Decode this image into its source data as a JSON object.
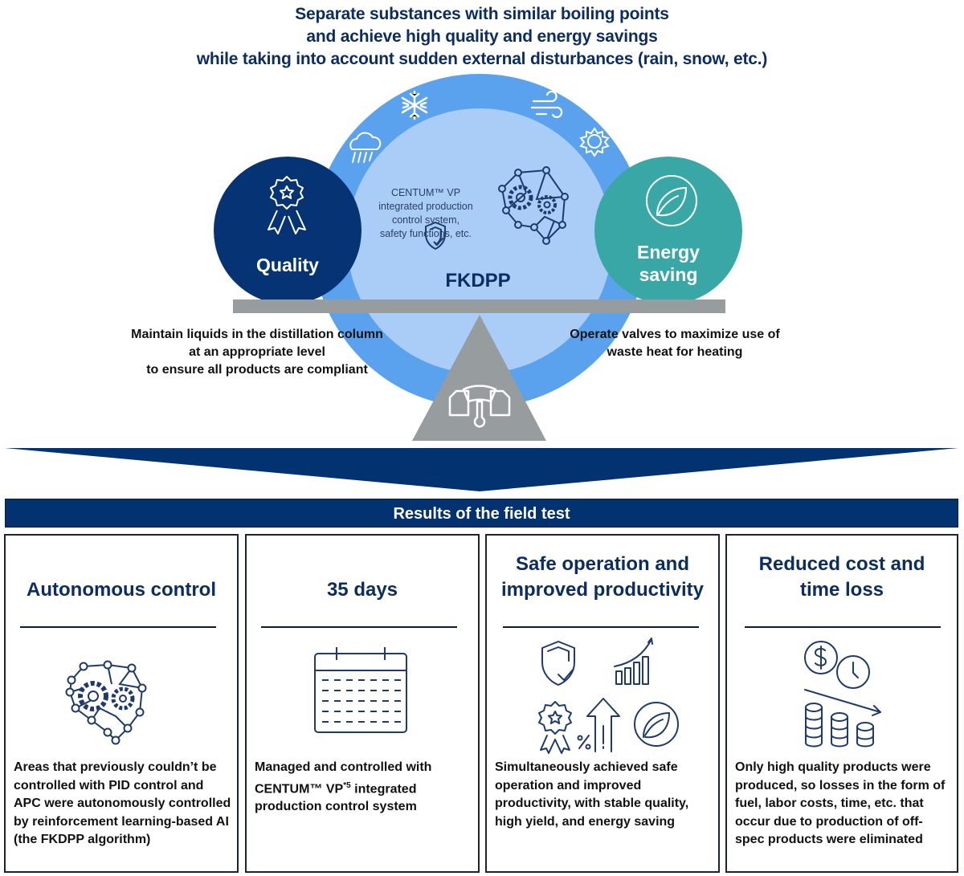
{
  "headline": {
    "lines": [
      "Separate substances with similar boiling points",
      "and achieve high quality and energy savings",
      "while taking into account sudden external disturbances (rain, snow, etc.)"
    ]
  },
  "diagram": {
    "disturbance_icons": [
      "rain-cloud-icon",
      "snowflake-icon",
      "wind-icon",
      "sun-icon"
    ],
    "center": {
      "system_text": [
        "CENTUM™  VP",
        "integrated production",
        "control system,",
        "safety functions, etc."
      ],
      "label": "FKDPP",
      "icons": [
        "ai-brain-gears-icon",
        "shield-check-icon"
      ]
    },
    "left_circle": {
      "label": "Quality",
      "icon": "award-ribbon-icon",
      "color": "#063373"
    },
    "right_circle": {
      "label_lines": [
        "Energy",
        "saving"
      ],
      "icon": "leaf-icon",
      "color": "#3aa7a7"
    },
    "left_text": [
      "Maintain liquids in the distillation column",
      "at an appropriate level",
      "to ensure all products are compliant"
    ],
    "right_text": [
      "Operate valves to maximize use of",
      "waste heat for heating"
    ],
    "fulcrum_icon": "gauge-icon",
    "colors": {
      "ring": "#5aa2ee",
      "inner": "#a9cdf6",
      "beam": "#979c9e",
      "navy": "#033270"
    }
  },
  "results": {
    "title": "Results of the field test",
    "cards": [
      {
        "title_lines": [
          "Autonomous control"
        ],
        "icon": "ai-brain-gears-icon",
        "body": "Areas that previously couldn’t be controlled with PID control and APC  were autonomously controlled by reinforcement learning-based AI (the FKDPP algorithm)"
      },
      {
        "title_lines": [
          "35 days"
        ],
        "icon": "calendar-icon",
        "body_lines": [
          "Managed and controlled with",
          "CENTUM™ VP",
          "*5",
          " integrated",
          "production control system"
        ]
      },
      {
        "title_lines": [
          "Safe operation and",
          "improved productivity"
        ],
        "icons": [
          "shield-check-icon",
          "growth-chart-icon",
          "award-ribbon-icon",
          "percent-up-arrow-icon",
          "leaf-icon"
        ],
        "body": "Simultaneously achieved safe operation and improved productivity, with stable quality, high yield, and energy saving"
      },
      {
        "title_lines": [
          "Reduced cost and",
          "time loss"
        ],
        "icons": [
          "dollar-coin-icon",
          "clock-icon",
          "down-trend-arrow-icon",
          "coin-stacks-icon"
        ],
        "body": "Only  high quality products were produced, so losses in the form of fuel, labor costs, time, etc. that occur due to production of off-spec products were eliminated"
      }
    ]
  }
}
